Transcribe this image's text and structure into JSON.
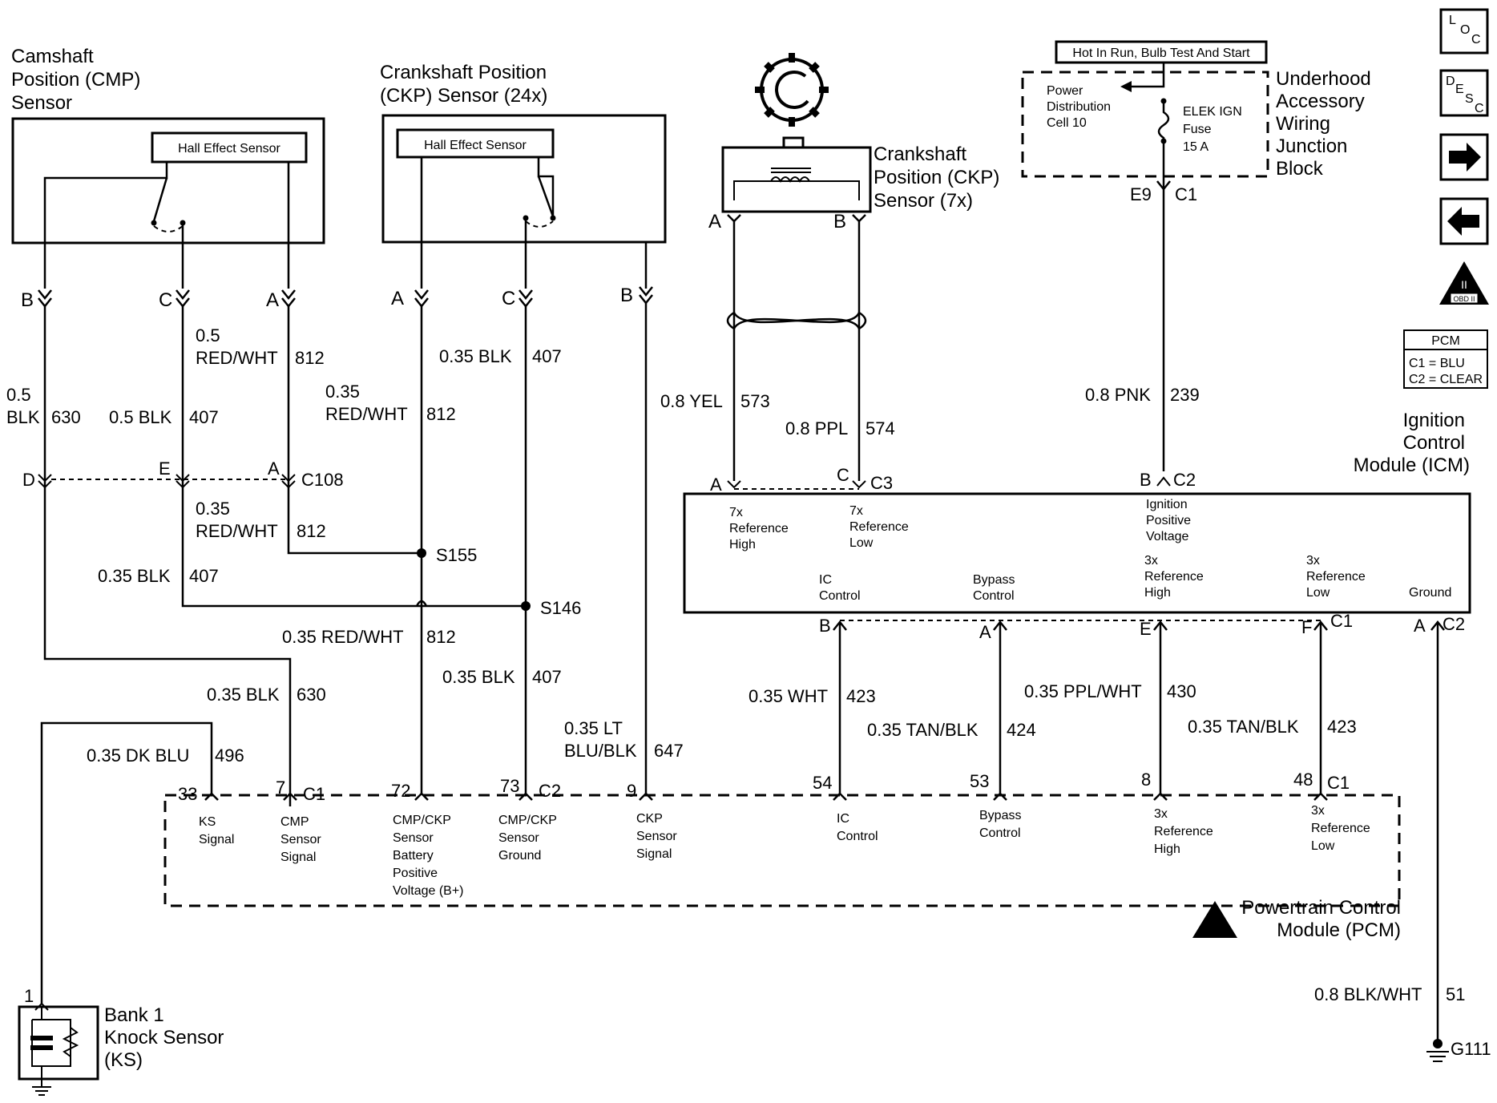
{
  "camshaft_sensor": {
    "title_l1": "Camshaft",
    "title_l2": "Position (CMP)",
    "title_l3": "Sensor",
    "element": "Hall Effect Sensor"
  },
  "crank24_sensor": {
    "title_l1": "Crankshaft Position",
    "title_l2": "(CKP) Sensor (24x)",
    "element": "Hall Effect Sensor"
  },
  "crank7_sensor": {
    "title_l1": "Crankshaft",
    "title_l2": "Position (CKP)",
    "title_l3": "Sensor (7x)"
  },
  "underhood": {
    "header": "Hot In Run, Bulb Test And Start",
    "l1": "Underhood",
    "l2": "Accessory",
    "l3": "Wiring",
    "l4": "Junction",
    "l5": "Block",
    "pd1": "Power",
    "pd2": "Distribution",
    "pd3": "Cell 10",
    "fuse1": "ELEK IGN",
    "fuse2": "Fuse",
    "fuse3": "15 A",
    "pin_e9": "E9",
    "pin_c1": "C1"
  },
  "side_icons": {
    "loc": [
      "L",
      "O",
      "C"
    ],
    "desc": [
      "D",
      "E",
      "S",
      "C"
    ],
    "obd": "OBD II",
    "obd_num": "II"
  },
  "pcm_legend": {
    "title": "PCM",
    "c1": "C1 = BLU",
    "c2": "C2 = CLEAR"
  },
  "icm": {
    "title_l1": "Ignition",
    "title_l2": "Control",
    "title_l3": "Module (ICM)",
    "ref7h": [
      "7x",
      "Reference",
      "High"
    ],
    "ref7l": [
      "7x",
      "Reference",
      "Low"
    ],
    "ipv": [
      "Ignition",
      "Positive",
      "Voltage"
    ],
    "ic": [
      "IC",
      "Control"
    ],
    "bypass": [
      "Bypass",
      "Control"
    ],
    "ref3h": [
      "3x",
      "Reference",
      "High"
    ],
    "ref3l": [
      "3x",
      "Reference",
      "Low"
    ],
    "ground": "Ground",
    "pins": {
      "a_top": "A",
      "c_top": "C",
      "c3": "C3",
      "b_top": "B",
      "c2_top": "C2",
      "b_bot": "B",
      "a_bot": "A",
      "e_bot": "E",
      "f_bot": "F",
      "c1_bot": "C1",
      "a_gnd": "A",
      "c2_gnd": "C2"
    }
  },
  "pcm": {
    "title_l1": "Powertrain Control",
    "title_l2": "Module (PCM)",
    "ks": [
      "KS",
      "Signal"
    ],
    "cmp": [
      "CMP",
      "Sensor",
      "Signal"
    ],
    "bpv": [
      "CMP/CKP",
      "Sensor",
      "Battery",
      "Positive",
      "Voltage (B+)"
    ],
    "gnd": [
      "CMP/CKP",
      "Sensor",
      "Ground"
    ],
    "ckp": [
      "CKP",
      "Sensor",
      "Signal"
    ],
    "ic": [
      "IC",
      "Control"
    ],
    "bypass": [
      "Bypass",
      "Control"
    ],
    "ref3h": [
      "3x",
      "Reference",
      "High"
    ],
    "ref3l": [
      "3x",
      "Reference",
      "Low"
    ],
    "pins": {
      "p33": "33",
      "p7": "7",
      "c1a": "C1",
      "p72": "72",
      "p73": "73",
      "c2": "C2",
      "p9": "9",
      "p54": "54",
      "p53": "53",
      "p8": "8",
      "p48": "48",
      "c1b": "C1"
    }
  },
  "knock": {
    "l1": "Bank 1",
    "l2": "Knock Sensor",
    "l3": "(KS)",
    "pin": "1"
  },
  "ground": {
    "label": "G111"
  },
  "pins_top": {
    "cmp_b": "B",
    "cmp_c": "C",
    "cmp_a": "A",
    "ckp_a": "A",
    "ckp_c": "C",
    "ckp_b": "B",
    "c7_a": "A",
    "c7_b": "B"
  },
  "c108": {
    "d": "D",
    "e": "E",
    "a": "A",
    "name": "C108"
  },
  "splices": {
    "s155": "S155",
    "s146": "S146"
  },
  "wires": {
    "w630a": [
      "0.5",
      "BLK",
      "630"
    ],
    "w407a": [
      "0.5 BLK",
      "407"
    ],
    "w812a": [
      "0.5",
      "RED/WHT",
      "812"
    ],
    "w812b": [
      "0.35",
      "RED/WHT",
      "812"
    ],
    "w407b": [
      "0.35 BLK",
      "407"
    ],
    "w812c": [
      "0.35",
      "RED/WHT",
      "812"
    ],
    "w407c": [
      "0.35 BLK",
      "407"
    ],
    "w812d": [
      "0.35 RED/WHT",
      "812"
    ],
    "w407d": [
      "0.35 BLK",
      "407"
    ],
    "w630b": [
      "0.35 BLK",
      "630"
    ],
    "w496": [
      "0.35 DK BLU",
      "496"
    ],
    "w647": [
      "0.35 LT",
      "BLU/BLK",
      "647"
    ],
    "w573": [
      "0.8 YEL",
      "573"
    ],
    "w574": [
      "0.8 PPL",
      "574"
    ],
    "w239": [
      "0.8 PNK",
      "239"
    ],
    "w423a": [
      "0.35 WHT",
      "423"
    ],
    "w424": [
      "0.35 TAN/BLK",
      "424"
    ],
    "w430": [
      "0.35 PPL/WHT",
      "430"
    ],
    "w423b": [
      "0.35 TAN/BLK",
      "423"
    ],
    "w51": [
      "0.8 BLK/WHT",
      "51"
    ]
  }
}
